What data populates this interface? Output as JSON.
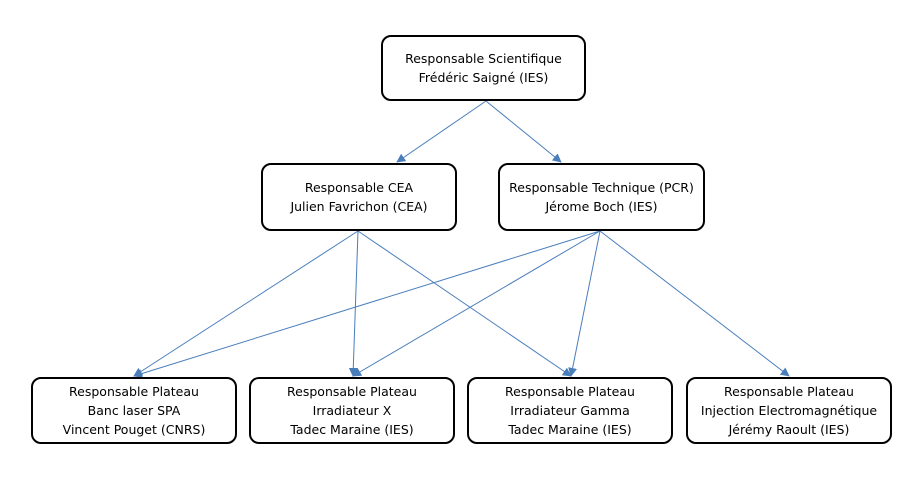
{
  "diagram": {
    "edge_color": "#4a7ebb",
    "nodes": {
      "scientifique": {
        "role": "Responsable Scientifique",
        "person": "Frédéric Saigné (IES)"
      },
      "cea": {
        "role": "Responsable CEA",
        "person": "Julien Favrichon (CEA)"
      },
      "technique": {
        "role": "Responsable Technique (PCR)",
        "person": "Jérome Boch (IES)"
      },
      "spa": {
        "role": "Responsable Plateau",
        "platform": "Banc laser SPA",
        "person": "Vincent Pouget (CNRS)"
      },
      "x": {
        "role": "Responsable Plateau",
        "platform": "Irradiateur X",
        "person": "Tadec Maraine (IES)"
      },
      "gamma": {
        "role": "Responsable Plateau",
        "platform": "Irradiateur Gamma",
        "person": "Tadec Maraine (IES)"
      },
      "injection": {
        "role": "Responsable Plateau",
        "platform": "Injection Electromagnétique",
        "person": "Jérémy Raoult (IES)"
      }
    },
    "edges": [
      {
        "from": "scientifique",
        "to": "cea"
      },
      {
        "from": "scientifique",
        "to": "technique"
      },
      {
        "from": "cea",
        "to": "spa"
      },
      {
        "from": "cea",
        "to": "x"
      },
      {
        "from": "cea",
        "to": "gamma"
      },
      {
        "from": "technique",
        "to": "spa"
      },
      {
        "from": "technique",
        "to": "x"
      },
      {
        "from": "technique",
        "to": "gamma"
      },
      {
        "from": "technique",
        "to": "injection"
      }
    ]
  }
}
